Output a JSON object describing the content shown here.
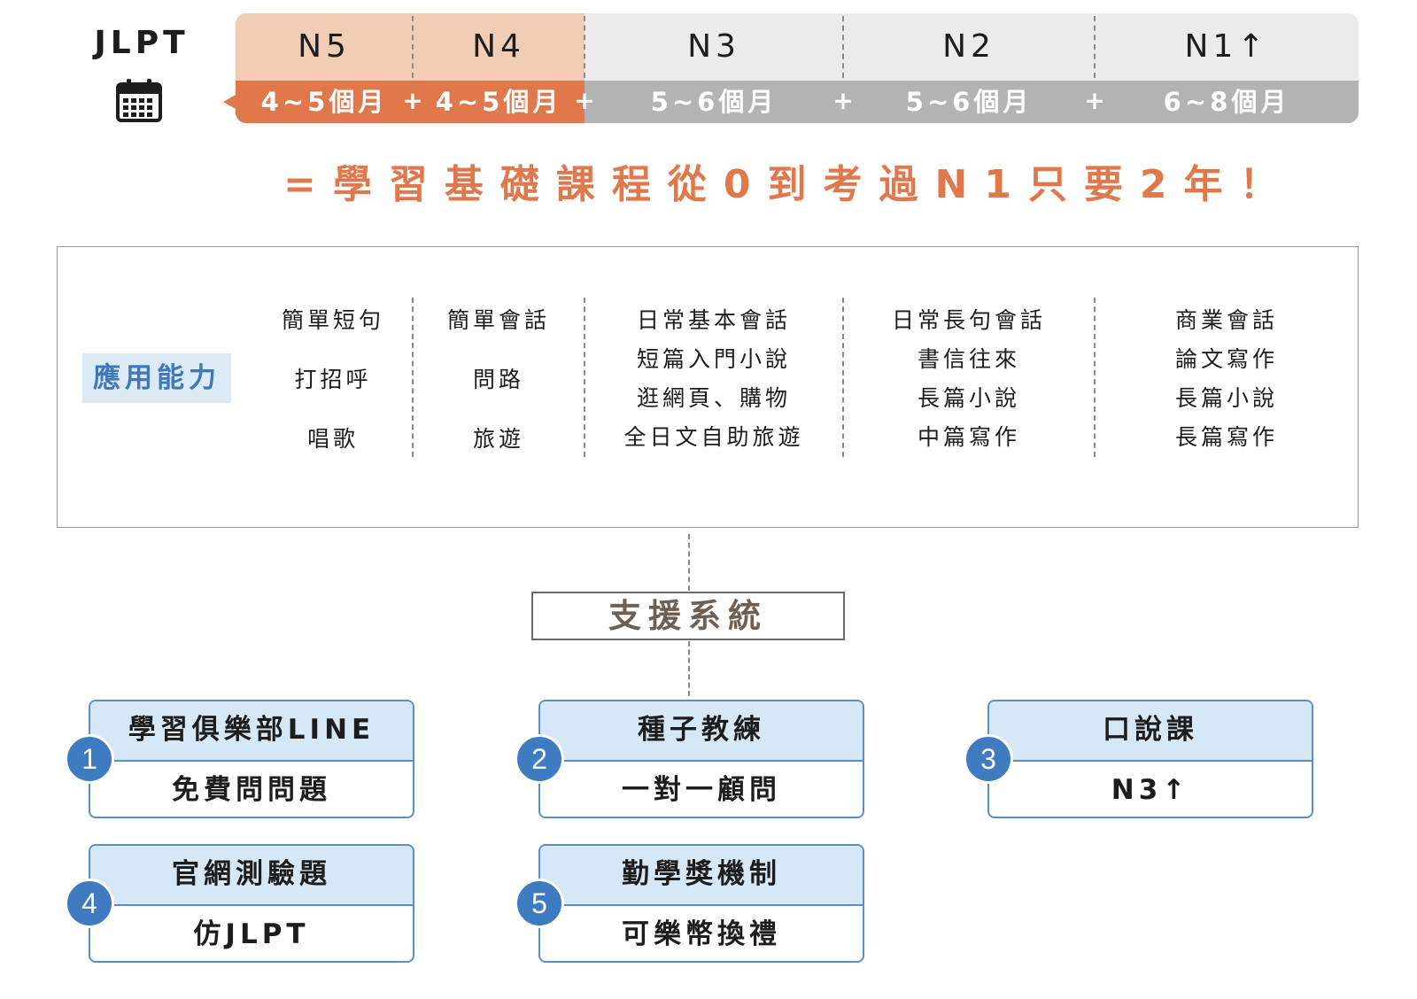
{
  "header": {
    "jlpt_title": "JLPT",
    "levels": [
      "N5",
      "N4",
      "N3",
      "N2",
      "N1↑"
    ],
    "durations": [
      "4~5個月",
      "4~5個月",
      "5~6個月",
      "5~6個月",
      "6~8個月"
    ],
    "plus": "+",
    "highlight_color": "#e0784c"
  },
  "slogan": "=學習基礎課程從0到考過N1只要2年！",
  "ability": {
    "label": "應用能力",
    "columns": [
      [
        "簡單短句",
        "打招呼",
        "唱歌"
      ],
      [
        "簡單會話",
        "問路",
        "旅遊"
      ],
      [
        "日常基本會話",
        "短篇入門小說",
        "逛網頁、購物",
        "全日文自助旅遊"
      ],
      [
        "日常長句會話",
        "書信往來",
        "長篇小說",
        "中篇寫作"
      ],
      [
        "商業會話",
        "論文寫作",
        "長篇小說",
        "長篇寫作"
      ]
    ]
  },
  "support": {
    "title": "支援系統",
    "cards": [
      {
        "num": "1",
        "top": "學習俱樂部LINE",
        "bottom": "免費問問題"
      },
      {
        "num": "2",
        "top": "種子教練",
        "bottom": "一對一顧問"
      },
      {
        "num": "3",
        "top": "口說課",
        "bottom": "N3↑"
      },
      {
        "num": "4",
        "top": "官網測驗題",
        "bottom": "仿JLPT"
      },
      {
        "num": "5",
        "top": "勤學獎機制",
        "bottom": "可樂幣換禮"
      }
    ]
  }
}
